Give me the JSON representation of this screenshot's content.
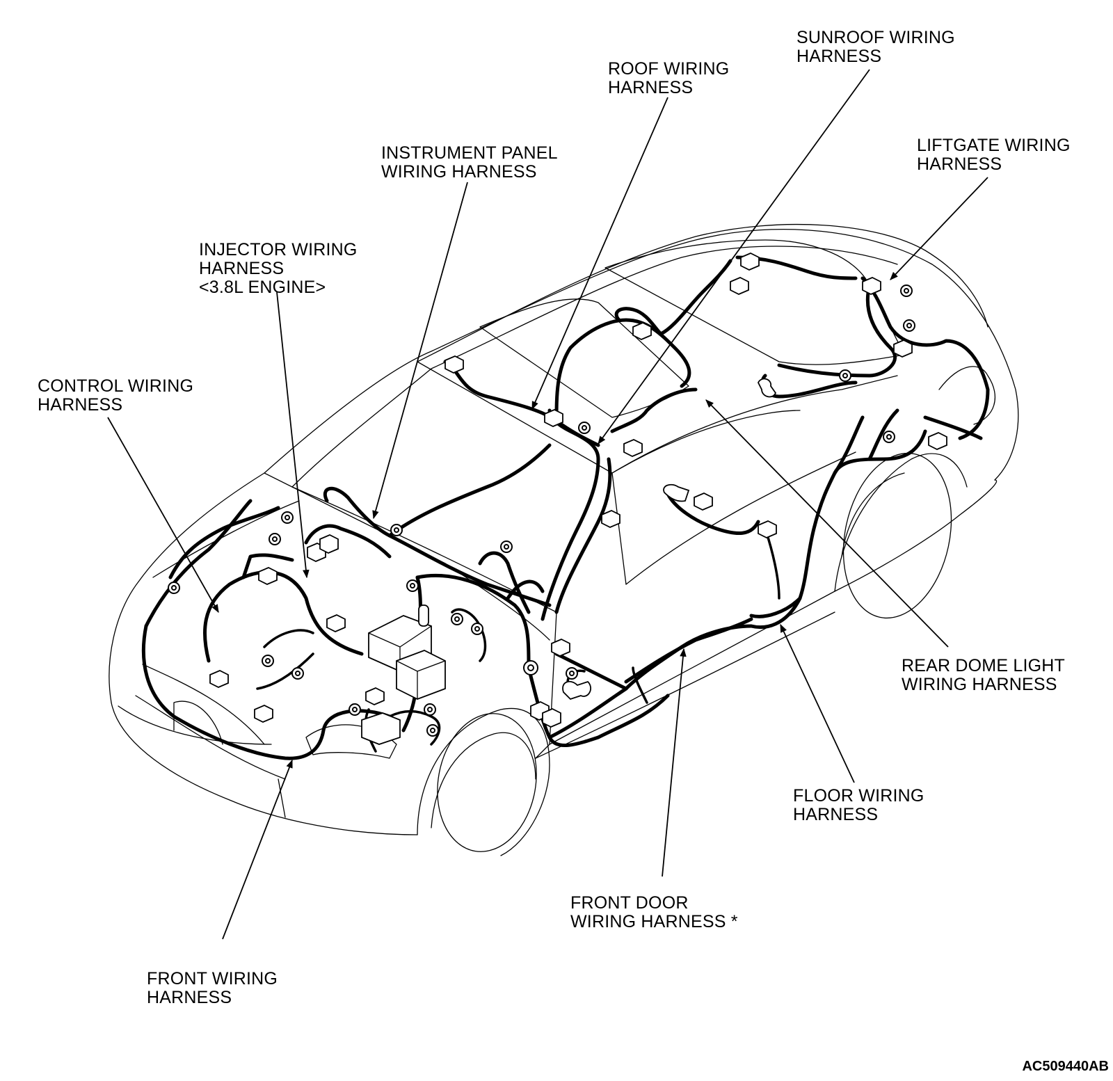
{
  "labels": {
    "sunroof": [
      "SUNROOF WIRING",
      "HARNESS"
    ],
    "roof": [
      "ROOF WIRING",
      "HARNESS"
    ],
    "liftgate": [
      "LIFTGATE WIRING",
      "HARNESS"
    ],
    "instrument_panel": [
      "INSTRUMENT PANEL",
      "WIRING HARNESS"
    ],
    "injector": [
      "INJECTOR WIRING",
      "HARNESS",
      "<3.8L ENGINE>"
    ],
    "control": [
      "CONTROL WIRING",
      "HARNESS"
    ],
    "rear_dome": [
      "REAR DOME LIGHT",
      "WIRING HARNESS"
    ],
    "floor": [
      "FLOOR WIRING",
      "HARNESS"
    ],
    "front_door": [
      "FRONT DOOR",
      "WIRING HARNESS *"
    ],
    "front": [
      "FRONT WIRING",
      "HARNESS"
    ]
  },
  "figure_code": "AC509440AB"
}
